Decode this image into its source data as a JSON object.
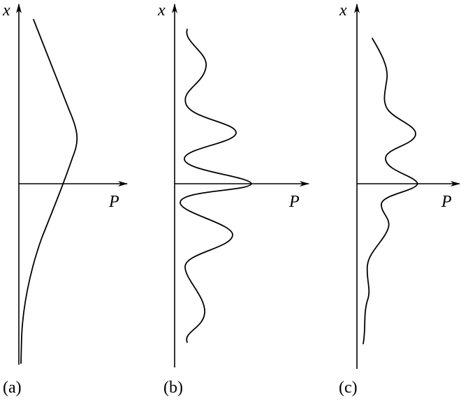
{
  "panels": [
    {
      "x_label": "x",
      "p_label": "P",
      "caption": "(a)"
    },
    {
      "x_label": "x",
      "p_label": "P",
      "caption": "(b)"
    },
    {
      "x_label": "x",
      "p_label": "P",
      "caption": "(c)"
    }
  ]
}
